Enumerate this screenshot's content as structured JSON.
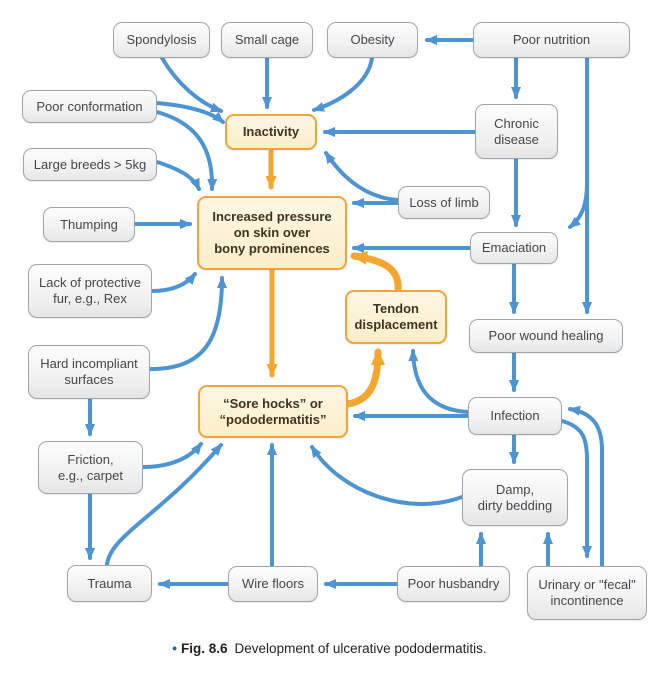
{
  "figure": {
    "bullet": "•",
    "label": "Fig. 8.6",
    "caption": "Development of ulcerative pododermatitis."
  },
  "colors": {
    "background": "#ffffff",
    "arrow_blue": "#4d94d2",
    "arrow_orange": "#f4a62f",
    "gray_box_fill": "#efefef",
    "gray_box_border": "#a0a5a9",
    "orange_box_fill": "#fbeec9",
    "orange_box_border": "#f2a43a",
    "caption_bullet": "#1d6a96"
  },
  "nodes": {
    "spondylosis": {
      "label": "Spondylosis"
    },
    "small_cage": {
      "label": "Small cage"
    },
    "obesity": {
      "label": "Obesity"
    },
    "poor_nutrition": {
      "label": "Poor nutrition"
    },
    "poor_conformation": {
      "label": "Poor conformation"
    },
    "large_breeds": {
      "label": "Large breeds > 5kg"
    },
    "thumping": {
      "label": "Thumping"
    },
    "lack_fur": {
      "label": "Lack of protective\nfur, e.g., Rex"
    },
    "hard_surfaces": {
      "label": "Hard incompliant\nsurfaces"
    },
    "friction": {
      "label": "Friction,\ne.g., carpet"
    },
    "trauma": {
      "label": "Trauma"
    },
    "inactivity": {
      "label": "Inactivity"
    },
    "increased_pressure": {
      "label": "Increased pressure\non skin over\nbony prominences"
    },
    "tendon_displacement": {
      "label": "Tendon\ndisplacement"
    },
    "sore_hocks": {
      "label": "“Sore hocks” or\n“pododermatitis”"
    },
    "chronic_disease": {
      "label": "Chronic\ndisease"
    },
    "loss_of_limb": {
      "label": "Loss of limb"
    },
    "emaciation": {
      "label": "Emaciation"
    },
    "poor_wound_healing": {
      "label": "Poor wound healing"
    },
    "infection": {
      "label": "Infection"
    },
    "damp_bedding": {
      "label": "Damp,\ndirty bedding"
    },
    "wire_floors": {
      "label": "Wire floors"
    },
    "poor_husbandry": {
      "label": "Poor husbandry"
    },
    "urinary_incontinence": {
      "label": "Urinary or \"fecal\"\nincontinence"
    }
  },
  "edges": [
    {
      "from": "spondylosis",
      "to": "inactivity",
      "color": "blue"
    },
    {
      "from": "small_cage",
      "to": "inactivity",
      "color": "blue"
    },
    {
      "from": "obesity",
      "to": "inactivity",
      "color": "blue"
    },
    {
      "from": "poor_nutrition",
      "to": "obesity",
      "color": "blue"
    },
    {
      "from": "poor_nutrition",
      "to": "chronic_disease",
      "color": "blue"
    },
    {
      "from": "poor_nutrition",
      "to": "emaciation",
      "color": "blue"
    },
    {
      "from": "poor_nutrition",
      "to": "poor_wound_healing",
      "color": "blue"
    },
    {
      "from": "chronic_disease",
      "to": "inactivity",
      "color": "blue"
    },
    {
      "from": "chronic_disease",
      "to": "emaciation",
      "color": "blue"
    },
    {
      "from": "loss_of_limb",
      "to": "inactivity",
      "color": "blue"
    },
    {
      "from": "loss_of_limb",
      "to": "increased_pressure",
      "color": "blue"
    },
    {
      "from": "emaciation",
      "to": "increased_pressure",
      "color": "blue"
    },
    {
      "from": "emaciation",
      "to": "poor_wound_healing",
      "color": "blue"
    },
    {
      "from": "poor_wound_healing",
      "to": "infection",
      "color": "blue"
    },
    {
      "from": "infection",
      "to": "sore_hocks",
      "color": "blue"
    },
    {
      "from": "infection",
      "to": "tendon_displacement",
      "color": "blue"
    },
    {
      "from": "infection",
      "to": "damp_bedding",
      "color": "blue"
    },
    {
      "from": "infection",
      "to": "urinary_incontinence",
      "color": "blue"
    },
    {
      "from": "urinary_incontinence",
      "to": "infection",
      "color": "blue"
    },
    {
      "from": "urinary_incontinence",
      "to": "damp_bedding",
      "color": "blue"
    },
    {
      "from": "damp_bedding",
      "to": "sore_hocks",
      "color": "blue"
    },
    {
      "from": "poor_husbandry",
      "to": "damp_bedding",
      "color": "blue"
    },
    {
      "from": "poor_husbandry",
      "to": "wire_floors",
      "color": "blue"
    },
    {
      "from": "wire_floors",
      "to": "trauma",
      "color": "blue"
    },
    {
      "from": "wire_floors",
      "to": "sore_hocks",
      "color": "blue"
    },
    {
      "from": "trauma",
      "to": "sore_hocks",
      "color": "blue"
    },
    {
      "from": "friction",
      "to": "sore_hocks",
      "color": "blue"
    },
    {
      "from": "friction",
      "to": "trauma",
      "color": "blue"
    },
    {
      "from": "hard_surfaces",
      "to": "friction",
      "color": "blue"
    },
    {
      "from": "hard_surfaces",
      "to": "increased_pressure",
      "color": "blue"
    },
    {
      "from": "lack_fur",
      "to": "increased_pressure",
      "color": "blue"
    },
    {
      "from": "thumping",
      "to": "increased_pressure",
      "color": "blue"
    },
    {
      "from": "large_breeds",
      "to": "increased_pressure",
      "color": "blue"
    },
    {
      "from": "poor_conformation",
      "to": "increased_pressure",
      "color": "blue"
    },
    {
      "from": "poor_conformation",
      "to": "inactivity",
      "color": "blue"
    },
    {
      "from": "inactivity",
      "to": "increased_pressure",
      "color": "orange"
    },
    {
      "from": "increased_pressure",
      "to": "sore_hocks",
      "color": "orange"
    },
    {
      "from": "sore_hocks",
      "to": "tendon_displacement",
      "color": "orange"
    },
    {
      "from": "tendon_displacement",
      "to": "increased_pressure",
      "color": "orange"
    }
  ]
}
